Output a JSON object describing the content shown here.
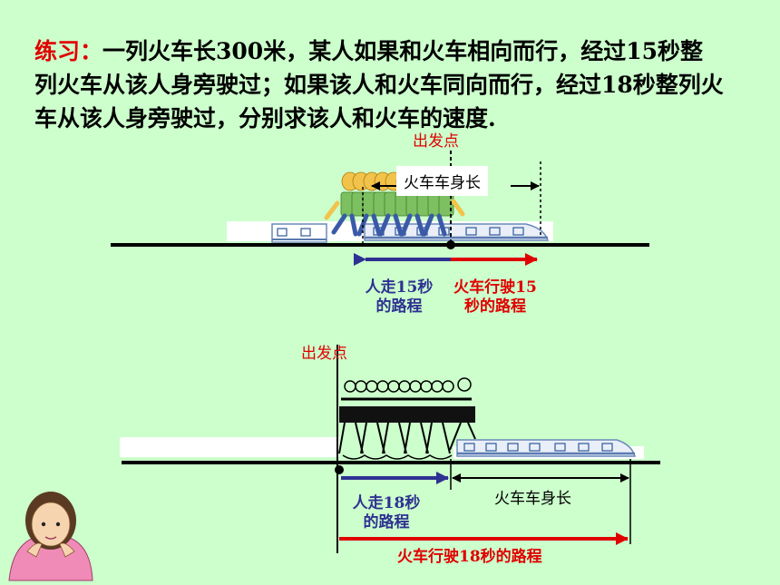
{
  "problem": {
    "lead": "练习：",
    "text": "一列火车长300米，某人如果和火车相向而行，经过15秒整列火车从该人身旁驶过；如果该人和火车同向而行，经过18秒整列火车从该人身旁驶过，分别求该人和火车的速度."
  },
  "diagram_top": {
    "start_label": "出发点",
    "train_length_label": "火车车身长",
    "person_line1": "人走15秒",
    "person_line2": "的路程",
    "train_line1": "火车行驶15",
    "train_line2": "秒的路程"
  },
  "diagram_bottom": {
    "start_label": "出发点",
    "person_line1": "人走18秒",
    "person_line2": "的路程",
    "train_length_label": "火车车身长",
    "train_distance_label": "火车行驶18秒的路程"
  },
  "colors": {
    "background": "#ccffcc",
    "red": "#e00000",
    "blue": "#2e3192"
  }
}
